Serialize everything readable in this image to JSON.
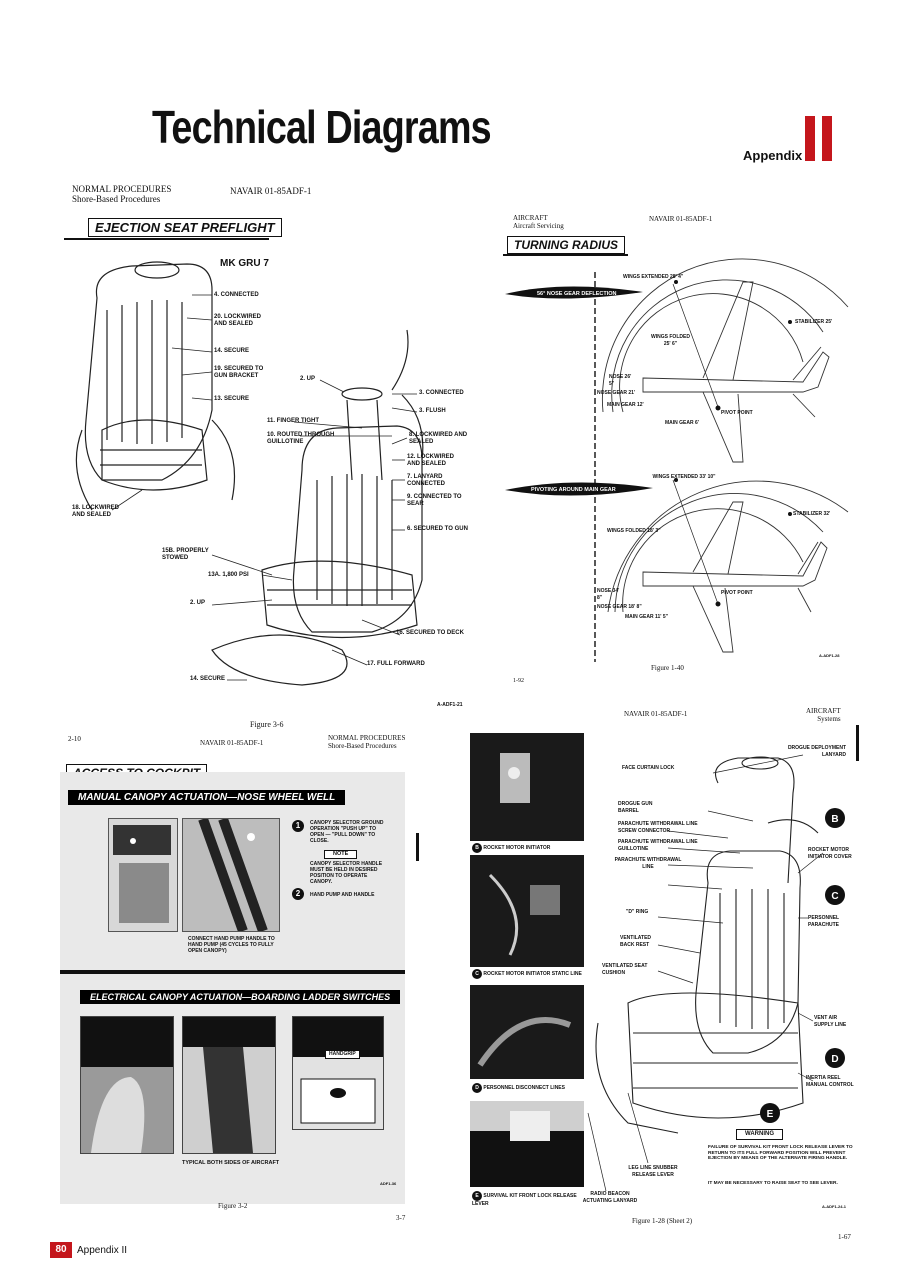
{
  "page": {
    "title": "Technical Diagrams",
    "appendix_word": "Appendix",
    "footer_number": "80",
    "footer_label": "Appendix II"
  },
  "ejection": {
    "hdr_left_1": "NORMAL PROCEDURES",
    "hdr_left_2": "Shore-Based Procedures",
    "hdr_right": "NAVAIR 01-85ADF-1",
    "box_title": "EJECTION SEAT PREFLIGHT",
    "model": "MK GRU 7",
    "labels": [
      "4. CONNECTED",
      "20. LOCKWIRED AND SEALED",
      "14. SECURE",
      "19. SECURED TO GUN BRACKET",
      "13. SECURE",
      "2. UP",
      "3. CONNECTED",
      "3. FLUSH",
      "11. FINGER TIGHT",
      "10. ROUTED THROUGH GUILLOTINE",
      "8. LOCKWIRED AND SEALED",
      "12. LOCKWIRED AND SEALED",
      "7. LANYARD CONNECTED",
      "9. CONNECTED TO SEAR",
      "18. LOCKWIRED AND SEALED",
      "6. SECURED TO GUN",
      "15B. PROPERLY STOWED",
      "13A. 1,800 PSI",
      "2. UP",
      "16. SECURED TO DECK",
      "17. FULL FORWARD",
      "14. SECURE"
    ],
    "code": "A-ADF1-21",
    "figure": "Figure 3-6"
  },
  "turning": {
    "hdr_left_1": "AIRCRAFT",
    "hdr_left_2": "Aircraft Servicing",
    "hdr_right": "NAVAIR 01-85ADF-1",
    "box_title": "TURNING RADIUS",
    "banner_1": "56° NOSE GEAR DEFLECTION",
    "banner_2": "PIVOTING AROUND MAIN GEAR",
    "labels_top": [
      "WINGS EXTENDED 28' 4\"",
      "STABILIZER 25'",
      "WINGS FOLDED 25' 6\"",
      "NOSE 26' 5\"",
      "NOSE GEAR 21'",
      "MAIN GEAR 12'",
      "PIVOT POINT",
      "MAIN GEAR 6'"
    ],
    "labels_bottom": [
      "WINGS EXTENDED 33' 10\"",
      "STABILIZER 32'",
      "WINGS FOLDED 18' 3\"",
      "NOSE 34' 8\"",
      "PIVOT POINT",
      "NOSE GEAR 18' 8\"",
      "MAIN GEAR 11' 5\""
    ],
    "code": "A-ADF1-28",
    "figure": "Figure 1-40",
    "page_no": "1-92"
  },
  "cockpit": {
    "page_no": "2-10",
    "hdr_mid": "NAVAIR 01-85ADF-1",
    "hdr_right_1": "NORMAL PROCEDURES",
    "hdr_right_2": "Shore-Based Procedures",
    "box_title": "ACCESS TO COCKPIT",
    "bar_1": "MANUAL CANOPY ACTUATION—NOSE WHEEL WELL",
    "step1": "CANOPY SELECTOR GROUND OPERATION \"PUSH UP\" TO OPEN — \"PULL DOWN\" TO CLOSE.",
    "note": "NOTE",
    "note_text": "CANOPY SELECTOR HANDLE MUST BE HELD IN DESIRED POSITION TO OPERATE CANOPY.",
    "step2": "HAND PUMP AND HANDLE",
    "pump_caption": "CONNECT HAND PUMP HANDLE TO HAND PUMP (45 CYCLES TO FULLY OPEN CANOPY)",
    "bar_2": "ELECTRICAL CANOPY ACTUATION—BOARDING LADDER SWITCHES",
    "handgrip": "HANDGRIP",
    "typical": "TYPICAL BOTH SIDES OF AIRCRAFT",
    "code": "ADF1-36",
    "figure": "Figure 3-2",
    "page_right": "3-7",
    "num1": "1",
    "num2": "2"
  },
  "seat2": {
    "hdr_mid": "NAVAIR 01-85ADF-1",
    "hdr_right_1": "AIRCRAFT",
    "hdr_right_2": "Systems",
    "photo_b": "ROCKET MOTOR INITIATOR",
    "photo_c": "ROCKET MOTOR INITIATOR STATIC LINE",
    "photo_d": "PERSONNEL DISCONNECT LINES",
    "photo_e": "SURVIVAL KIT FRONT LOCK RELEASE LEVER",
    "labels": [
      "DROGUE DEPLOYMENT LANYARD",
      "FACE CURTAIN LOCK",
      "DROGUE GUN BARREL",
      "PARACHUTE WITHDRAWAL LINE SCREW CONNECTOR",
      "PARACHUTE WITHDRAWAL LINE GUILLOTINE",
      "PARACHUTE WITHDRAWAL LINE",
      "ROCKET MOTOR INITIATOR COVER",
      "\"D\" RING",
      "PERSONNEL PARACHUTE",
      "VENTILATED BACK REST",
      "VENTILATED SEAT CUSHION",
      "VENT AIR SUPPLY LINE",
      "INERTIA REEL MANUAL CONTROL",
      "LEG LINE SNUBBER RELEASE LEVER",
      "RADIO BEACON ACTUATING LANYARD"
    ],
    "warning": "WARNING",
    "warning_text": "FAILURE OF SURVIVAL KIT FRONT LOCK RELEASE LEVER TO RETURN TO ITS FULL FORWARD POSITION WILL PREVENT EJECTION BY MEANS OF THE ALTERNATE FIRING HANDLE.",
    "note_text": "IT MAY BE NECESSARY TO RAISE SEAT TO SEE LEVER.",
    "code": "A-ADF1-24-1",
    "figure": "Figure 1-28 (Sheet 2)",
    "page_no": "1-67",
    "callouts": [
      "B",
      "C",
      "D",
      "E"
    ]
  }
}
